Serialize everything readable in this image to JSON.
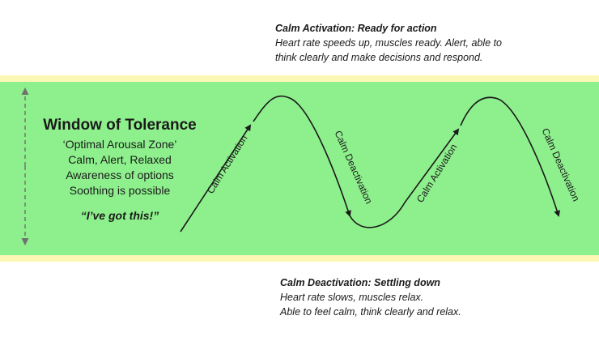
{
  "top_callout": {
    "heading": "Calm Activation: Ready for action",
    "lines": [
      "Heart rate speeds up, muscles ready. Alert, able to",
      "think clearly and make decisions and respond."
    ]
  },
  "bottom_callout": {
    "heading": "Calm Deactivation: Settling down",
    "lines": [
      "Heart rate slows, muscles relax.",
      "Able to feel calm, think clearly and relax."
    ]
  },
  "zone": {
    "title": "Window of Tolerance",
    "lines": [
      "‘Optimal Arousal Zone’",
      "Calm, Alert, Relaxed",
      "Awareness of options",
      "Soothing is possible"
    ],
    "quote": "“I’ve got this!”"
  },
  "wave_labels": [
    "Calm Activation",
    "Calm Deactivation",
    "Calm Activation",
    "Calm Deactivation"
  ],
  "colors": {
    "zone_fill": "#8ef08d",
    "zone_border": "#fdf7b6",
    "curve": "#1a1a1a",
    "range_arrow": "#707070"
  }
}
